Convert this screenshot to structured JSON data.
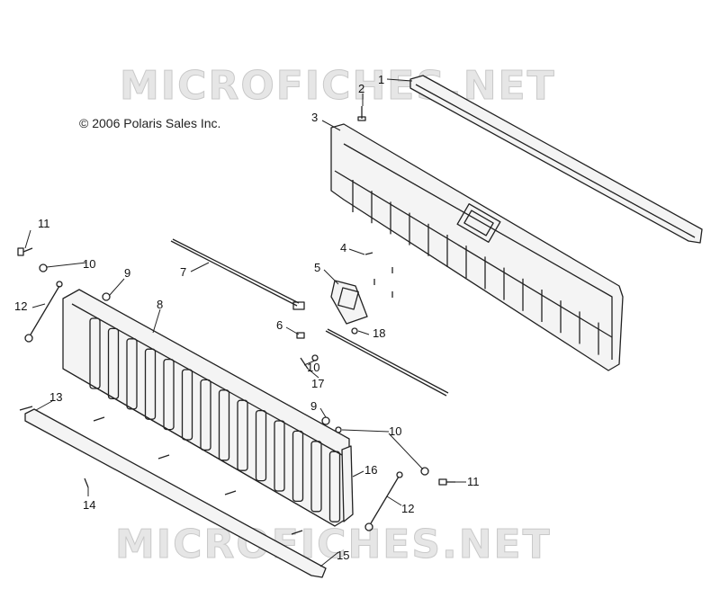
{
  "watermark_top": "MICROFICHES.NET",
  "watermark_bottom": "MICROFICHES.NET",
  "copyright": "© 2006 Polaris Sales Inc.",
  "callouts": {
    "c1": "1",
    "c2": "2",
    "c3": "3",
    "c4": "4",
    "c5": "5",
    "c6": "6",
    "c7": "7",
    "c8": "8",
    "c9a": "9",
    "c9b": "9",
    "c10a": "10",
    "c10b": "10",
    "c10c": "10",
    "c11a": "11",
    "c11b": "11",
    "c12a": "12",
    "c12b": "12",
    "c13": "13",
    "c14": "14",
    "c15": "15",
    "c16": "16",
    "c17": "17",
    "c18": "18"
  }
}
